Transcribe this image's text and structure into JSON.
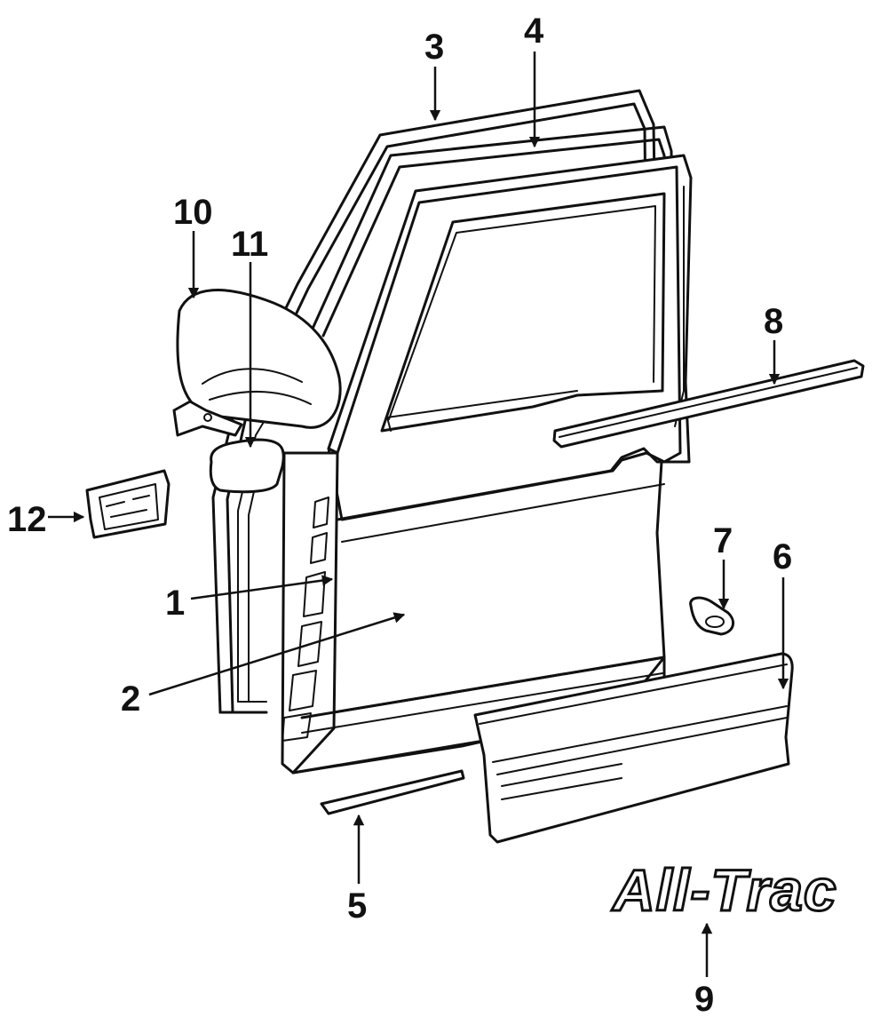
{
  "callouts": {
    "c1": "1",
    "c2": "2",
    "c3": "3",
    "c4": "4",
    "c5": "5",
    "c6": "6",
    "c7": "7",
    "c8": "8",
    "c9": "9",
    "c10": "10",
    "c11": "11",
    "c12": "12"
  },
  "emblem": {
    "text": "All-Trac"
  }
}
